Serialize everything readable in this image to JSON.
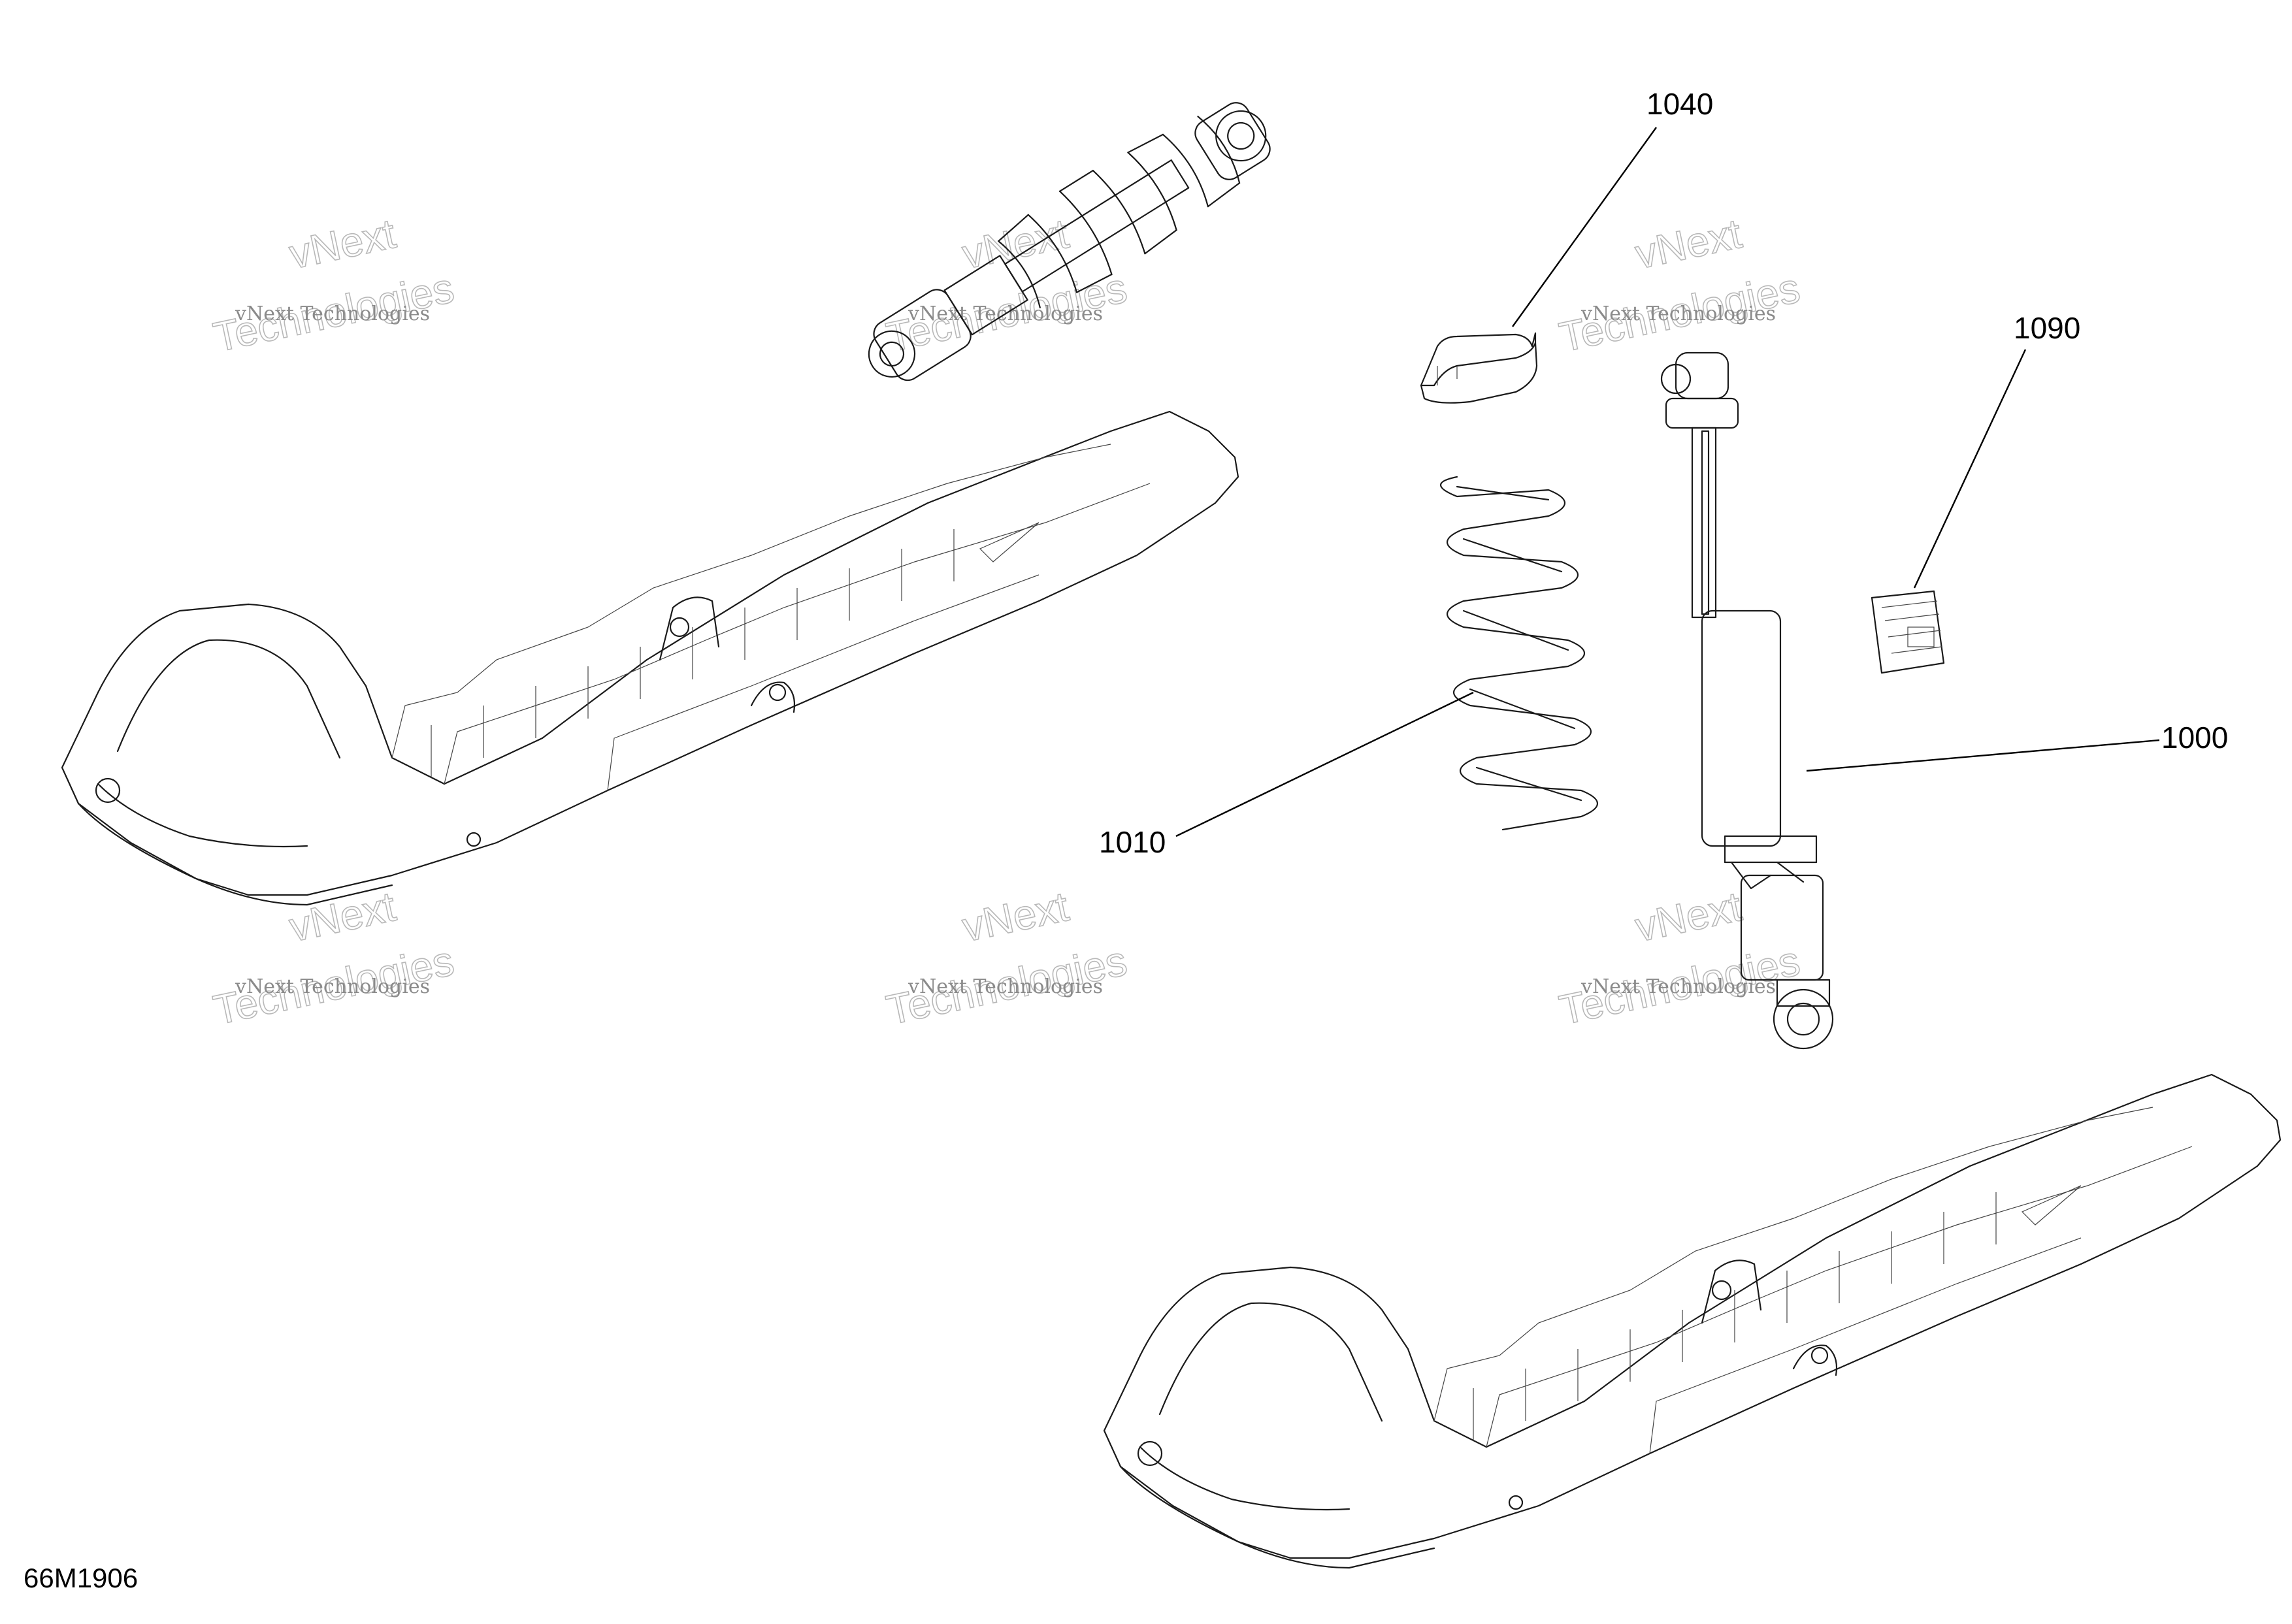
{
  "figure_code": "66M1906",
  "callouts": [
    {
      "label": "1040"
    },
    {
      "label": "1090"
    },
    {
      "label": "1000"
    },
    {
      "label": "1010"
    }
  ],
  "watermark": {
    "line1": "vNext Technologies",
    "line2": "vNext",
    "line3": "Technologies"
  }
}
